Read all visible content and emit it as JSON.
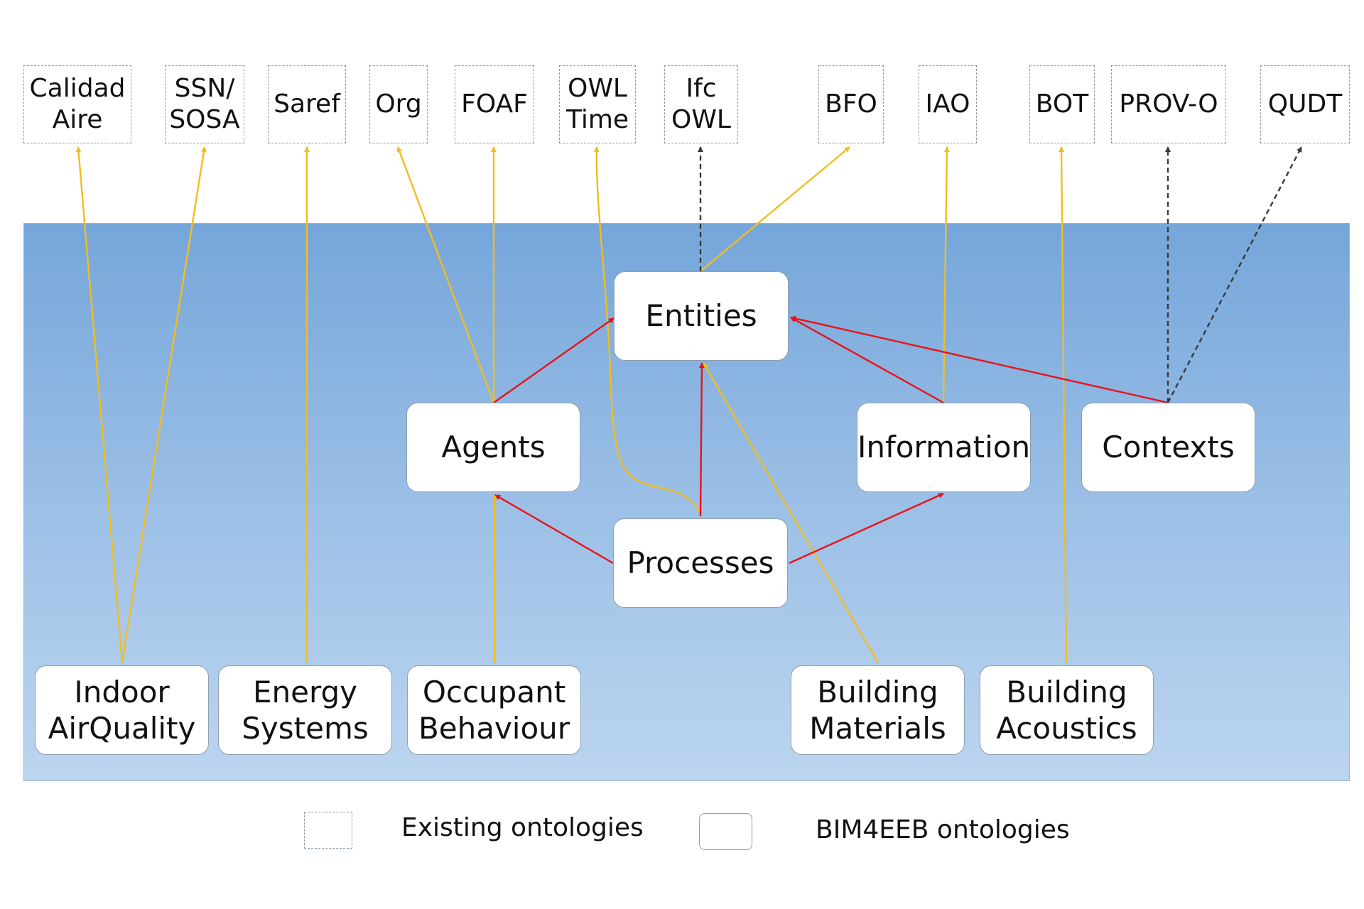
{
  "existing_ontologies": [
    {
      "id": "calidad",
      "label": "Calidad\nAire"
    },
    {
      "id": "ssn",
      "label": "SSN/\nSOSA"
    },
    {
      "id": "saref",
      "label": "Saref"
    },
    {
      "id": "org",
      "label": "Org"
    },
    {
      "id": "foaf",
      "label": "FOAF"
    },
    {
      "id": "owltime",
      "label": "OWL\nTime"
    },
    {
      "id": "ifcowl",
      "label": "Ifc\nOWL"
    },
    {
      "id": "bfo",
      "label": "BFO"
    },
    {
      "id": "iao",
      "label": "IAO"
    },
    {
      "id": "bot",
      "label": "BOT"
    },
    {
      "id": "provo",
      "label": "PROV-O"
    },
    {
      "id": "qudt",
      "label": "QUDT"
    }
  ],
  "bim4eeb_ontologies": [
    {
      "id": "entities",
      "label": "Entities"
    },
    {
      "id": "agents",
      "label": "Agents"
    },
    {
      "id": "information",
      "label": "Information"
    },
    {
      "id": "contexts",
      "label": "Contexts"
    },
    {
      "id": "processes",
      "label": "Processes"
    },
    {
      "id": "iaq",
      "label": "Indoor\nAirQuality"
    },
    {
      "id": "energy",
      "label": "Energy\nSystems"
    },
    {
      "id": "occupant",
      "label": "Occupant\nBehaviour"
    },
    {
      "id": "materials",
      "label": "Building\nMaterials"
    },
    {
      "id": "acoustics",
      "label": "Building\nAcoustics"
    }
  ],
  "legend": {
    "existing_label": "Existing ontologies",
    "bim4eeb_label": "BIM4EEB ontologies"
  },
  "colors": {
    "reuse_link": "#f2bd1d",
    "module_link": "#e8131a",
    "alignment_link": "#3a3a3a"
  }
}
